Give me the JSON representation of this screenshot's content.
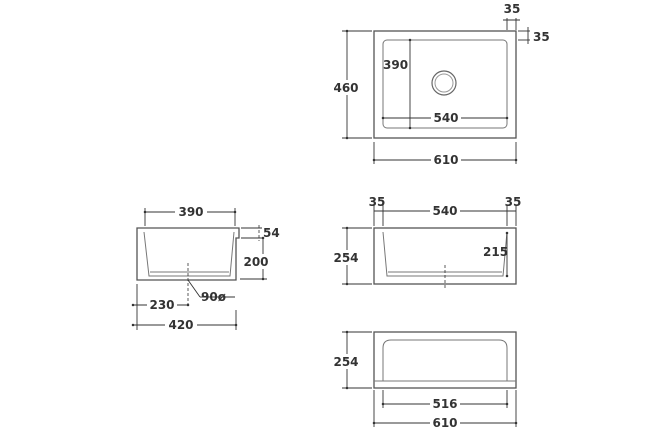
{
  "top_view": {
    "overall_width": "610",
    "overall_depth": "460",
    "bowl_width": "540",
    "bowl_depth": "390",
    "rim_side": "35",
    "rim_back": "35"
  },
  "side_view": {
    "bowl_width": "390",
    "overflow_step": "54",
    "bowl_height": "200",
    "waste_position": "230",
    "overall_depth": "420",
    "waste_diameter": "90ø"
  },
  "front_view": {
    "rim_left": "35",
    "bowl_width": "540",
    "rim_right": "35",
    "overall_height": "254",
    "bowl_height": "215"
  },
  "back_view": {
    "overall_height": "254",
    "apron_width": "516",
    "overall_width": "610"
  }
}
